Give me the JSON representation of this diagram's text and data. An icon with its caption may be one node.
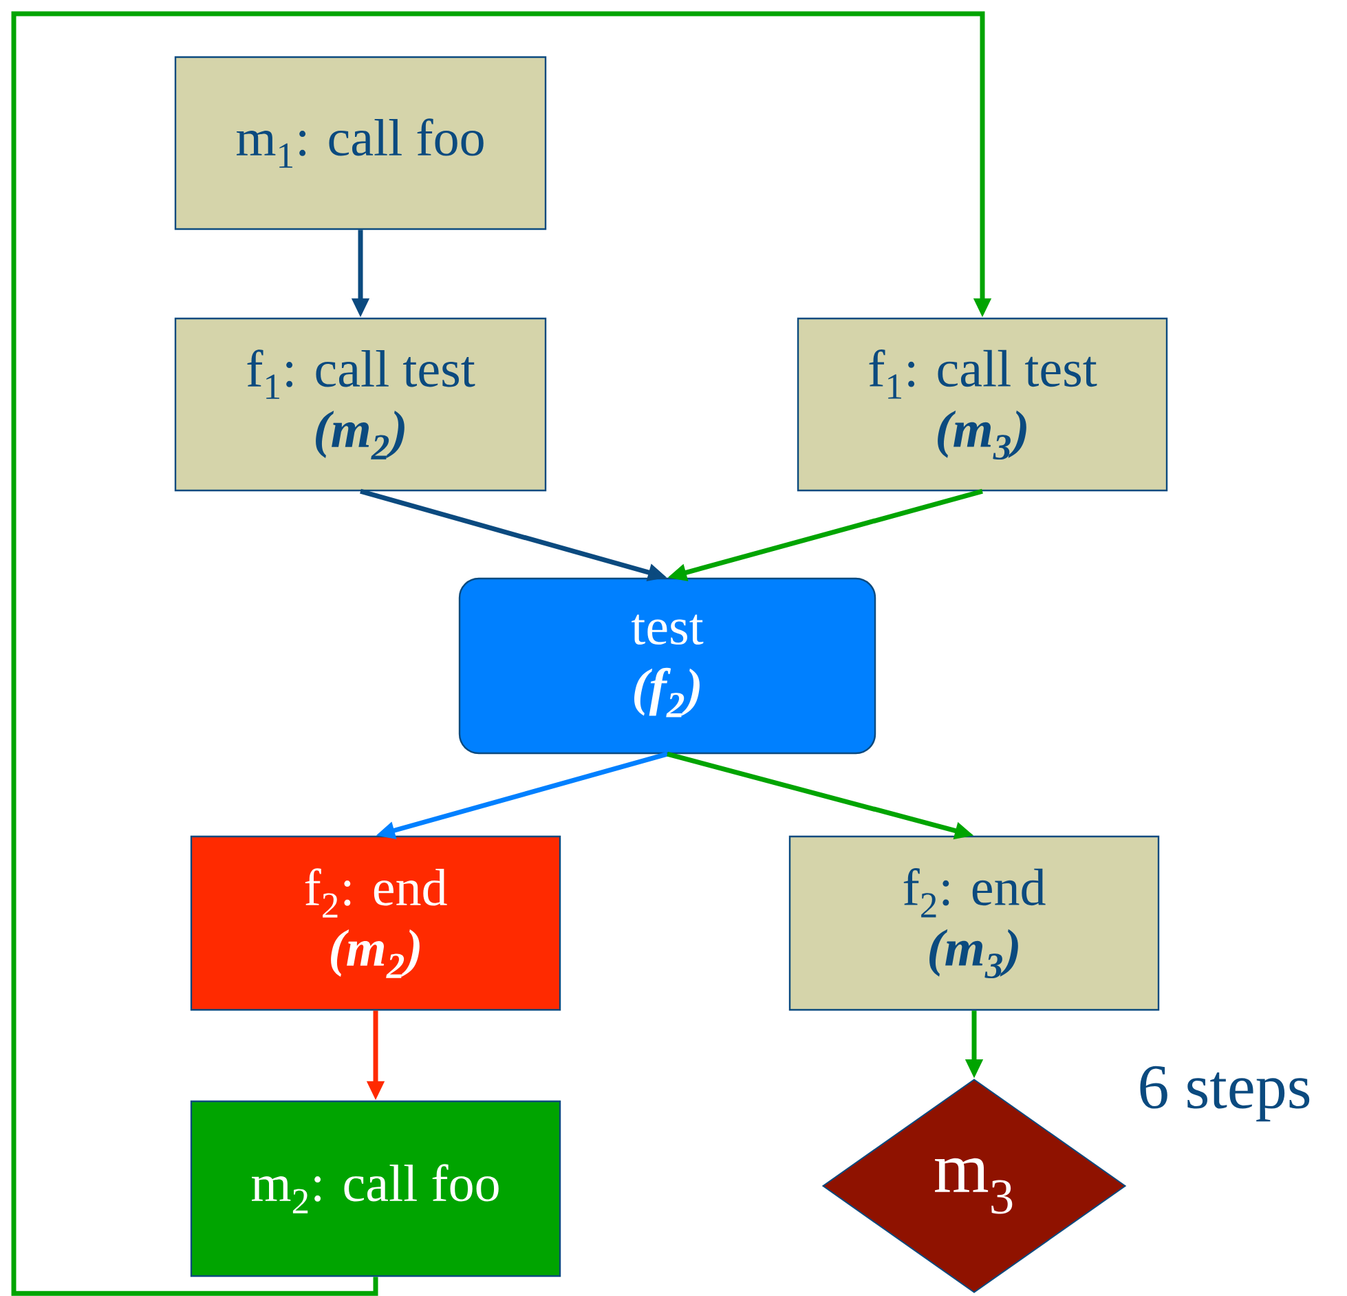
{
  "diagram": {
    "nodes": [
      {
        "text": [
          "m$_{1}$: call foo"
        ]
      },
      {
        "text": [
          "f$_{1}$: call test",
          "(m$_{2}$)"
        ]
      },
      {
        "text": [
          "f$_{1}$: call test",
          "(m$_{3}$)"
        ]
      },
      {
        "text": [
          "test",
          "(f$_{2}$)"
        ]
      },
      {
        "text": [
          "f$_{2}$: end",
          "(m$_{2}$)"
        ]
      },
      {
        "text": [
          "f$_{2}$: end",
          "(m$_{3}$)"
        ]
      },
      {
        "text": [
          "m$_{2}$: call foo"
        ]
      },
      {
        "text": [
          "m$_{3}$"
        ]
      }
    ],
    "edges": [
      {
        "from": 0,
        "to": 1,
        "arrow": "to",
        "color": "#0b4a7f"
      },
      {
        "from": 6,
        "to": 2,
        "arrow": "to"
      },
      {
        "from": 1,
        "to": 3,
        "arrow": "to",
        "color": "#0b4a7f"
      },
      {
        "from": 2,
        "to": 3,
        "arrow": "to"
      },
      {
        "from": 3,
        "to": 4,
        "arrow": "to",
        "color": "#0080ff"
      },
      {
        "from": 3,
        "to": 5,
        "arrow": "to"
      },
      {
        "from": 4,
        "to": 6,
        "arrow": "to",
        "color": "#ff2a00"
      },
      {
        "from": 5,
        "to": 7,
        "arrow": "to"
      }
    ],
    "labels": [
      "6 steps"
    ]
  }
}
